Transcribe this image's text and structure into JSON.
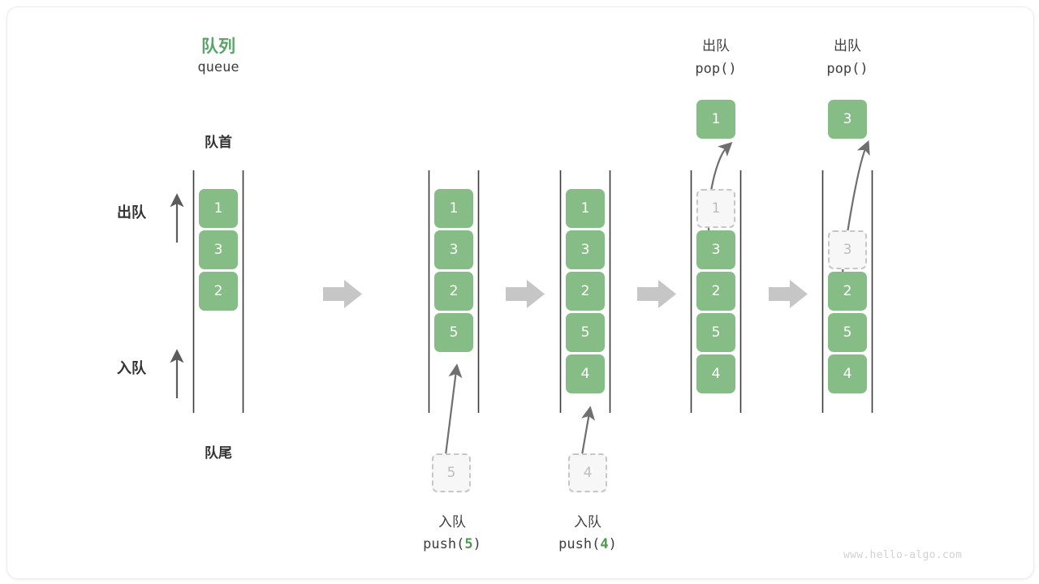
{
  "meta": {
    "title_cn": "队列",
    "title_en": "queue",
    "front_label": "队首",
    "rear_label": "队尾",
    "dequeue_side_label": "出队",
    "enqueue_side_label": "入队",
    "watermark": "www.hello-algo.com",
    "accent_green": "#5aa469",
    "cell_green": "#86bd86",
    "ghost_gray": "#bdbdbd",
    "arrow_gray": "#9e9e9e",
    "text_dark": "#3f3f3f"
  },
  "steps": [
    {
      "id": "initial",
      "header_cn": "",
      "header_code": "",
      "cells": [
        {
          "value": "1",
          "state": "filled"
        },
        {
          "value": "3",
          "state": "filled"
        },
        {
          "value": "2",
          "state": "filled"
        }
      ],
      "incoming": null,
      "popped": null,
      "caption_cn": "",
      "caption_code": ""
    },
    {
      "id": "push-5",
      "header_cn": "",
      "header_code": "",
      "cells": [
        {
          "value": "1",
          "state": "filled"
        },
        {
          "value": "3",
          "state": "filled"
        },
        {
          "value": "2",
          "state": "filled"
        },
        {
          "value": "5",
          "state": "filled"
        }
      ],
      "incoming": {
        "value": "5",
        "state": "ghost"
      },
      "popped": null,
      "caption_cn": "入队",
      "caption_code": "push(5)",
      "caption_arg": "5"
    },
    {
      "id": "push-4",
      "header_cn": "",
      "header_code": "",
      "cells": [
        {
          "value": "1",
          "state": "filled"
        },
        {
          "value": "3",
          "state": "filled"
        },
        {
          "value": "2",
          "state": "filled"
        },
        {
          "value": "5",
          "state": "filled"
        },
        {
          "value": "4",
          "state": "filled"
        }
      ],
      "incoming": {
        "value": "4",
        "state": "ghost"
      },
      "popped": null,
      "caption_cn": "入队",
      "caption_code": "push(4)",
      "caption_arg": "4"
    },
    {
      "id": "pop-1",
      "header_cn": "出队",
      "header_code": "pop()",
      "cells": [
        {
          "value": "1",
          "state": "ghost"
        },
        {
          "value": "3",
          "state": "filled"
        },
        {
          "value": "2",
          "state": "filled"
        },
        {
          "value": "5",
          "state": "filled"
        },
        {
          "value": "4",
          "state": "filled"
        }
      ],
      "incoming": null,
      "popped": {
        "value": "1",
        "state": "filled"
      },
      "caption_cn": "",
      "caption_code": ""
    },
    {
      "id": "pop-3",
      "header_cn": "出队",
      "header_code": "pop()",
      "cells": [
        {
          "value": "3",
          "state": "ghost"
        },
        {
          "value": "2",
          "state": "filled"
        },
        {
          "value": "5",
          "state": "filled"
        },
        {
          "value": "4",
          "state": "filled"
        }
      ],
      "incoming": null,
      "popped": {
        "value": "3",
        "state": "filled"
      },
      "caption_cn": "",
      "caption_code": ""
    }
  ],
  "flow_arrows": [
    {
      "from": "initial",
      "to": "push-5"
    },
    {
      "from": "push-5",
      "to": "push-4"
    },
    {
      "from": "push-4",
      "to": "pop-1"
    },
    {
      "from": "pop-1",
      "to": "pop-3"
    }
  ]
}
